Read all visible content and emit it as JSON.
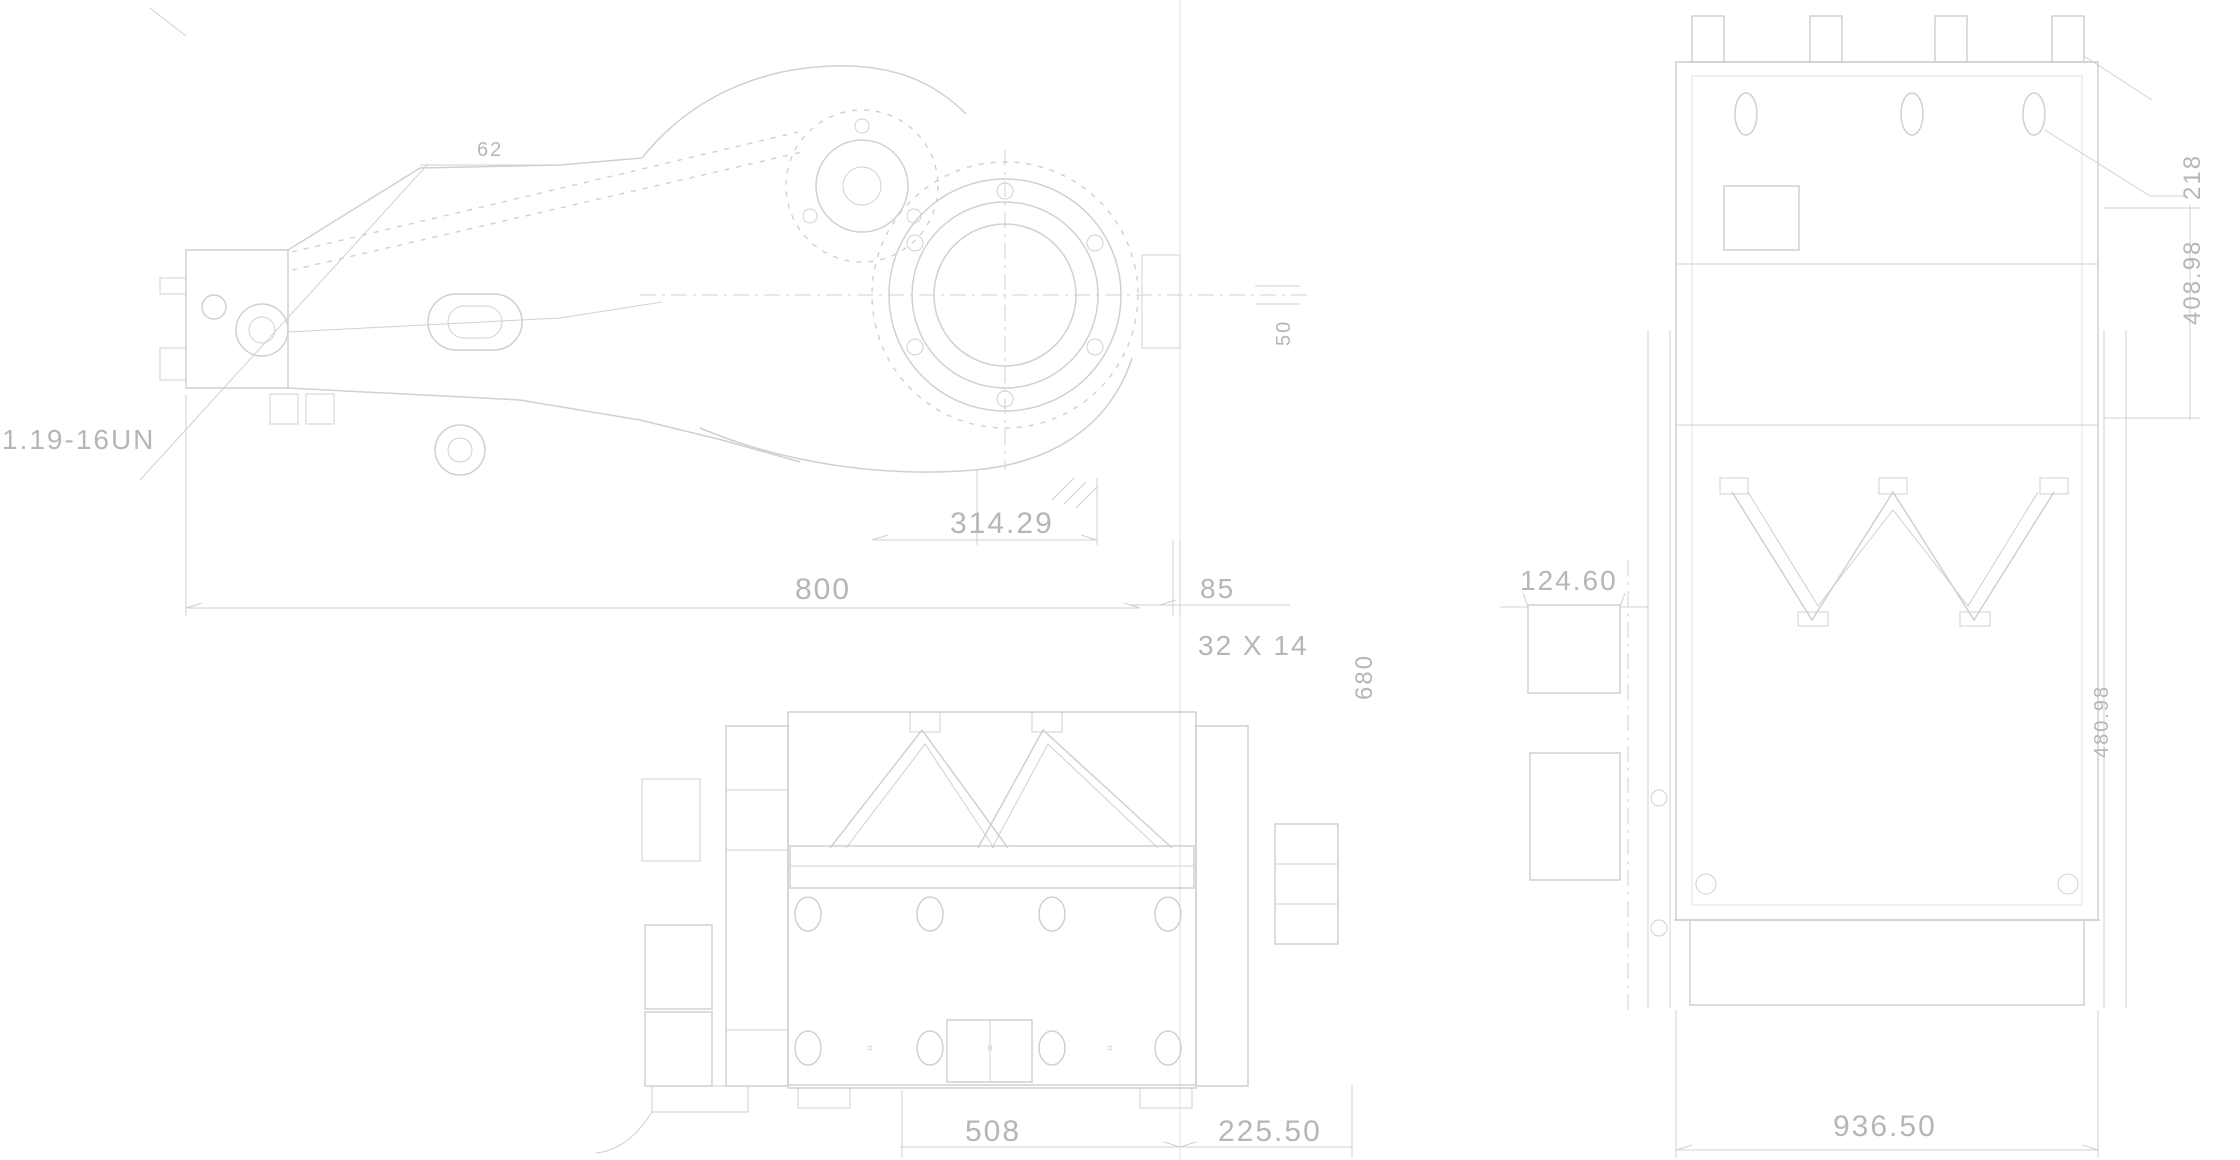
{
  "drawing": {
    "background": "#ffffff",
    "line_color": "#d0d0d0",
    "text_color": "#b6b6b6",
    "annotations": {
      "thread_callout": "1.19-16UN",
      "arm_top_dim": "62",
      "bore_dim": "314.29",
      "side_length_dim": "800",
      "side_offset_dim": "85",
      "slot_callout": "32 X 14",
      "side_vert_dim": "680",
      "side_small_vert_dim": "50",
      "bottom_width_dim": "508",
      "bottom_offset_dim": "225.50",
      "front_width_dim": "936.50",
      "plate_width_dim": "124.60",
      "front_right_upper_vert_dim": "218",
      "front_right_lower_vert_dim": "408.98",
      "front_inner_vert_dim": "480.98"
    }
  }
}
